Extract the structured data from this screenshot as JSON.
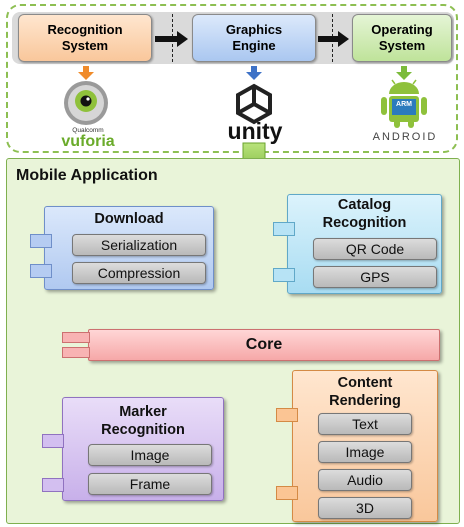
{
  "top": {
    "recognition": "Recognition\nSystem",
    "graphics": "Graphics\nEngine",
    "operating": "Operating\nSystem"
  },
  "logos": {
    "vuforia_small": "Qualcomm",
    "vuforia": "vuforia",
    "unity": "unity",
    "arm": "ARM",
    "android": "ANDROID"
  },
  "app": {
    "title": "Mobile Application",
    "core": "Core",
    "download": {
      "title": "Download",
      "items": [
        "Serialization",
        "Compression"
      ]
    },
    "catalog": {
      "title": "Catalog\nRecognition",
      "items": [
        "QR Code",
        "GPS"
      ]
    },
    "marker": {
      "title": "Marker\nRecognition",
      "items": [
        "Image",
        "Frame"
      ]
    },
    "content": {
      "title": "Content\nRendering",
      "items": [
        "Text",
        "Image",
        "Audio",
        "3D"
      ]
    }
  },
  "colors": {
    "green_border": "#8dbf52",
    "panel_fill": "#e9f4d9",
    "orange_arrow": "#f08b2a",
    "red_arrow": "#d6322c",
    "blue_arrow": "#3e72c7",
    "green_arrow": "#7bbb3b"
  }
}
